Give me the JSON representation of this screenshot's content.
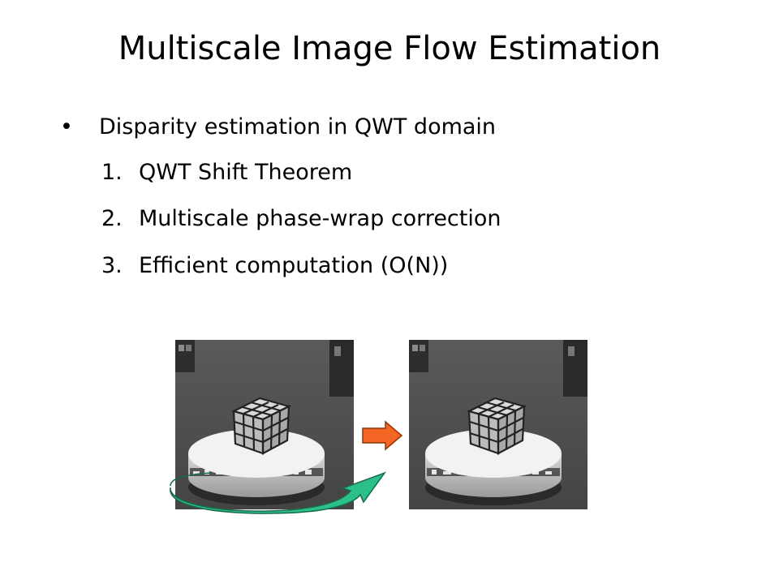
{
  "slide": {
    "title": "Multiscale Image Flow Estimation",
    "bullet": {
      "marker": "•",
      "text": "Disparity estimation in QWT domain"
    },
    "items": [
      {
        "num": "1.",
        "text": "QWT Shift Theorem"
      },
      {
        "num": "2.",
        "text": "Multiscale phase-wrap correction"
      },
      {
        "num": "3.",
        "text": "Efficient computation (O(N))"
      }
    ]
  },
  "colors": {
    "text": "#000000",
    "shift_arrow": "#f26522",
    "rotation_arrow": "#2bbf8a"
  },
  "icons": {
    "shift": "right-arrow-icon",
    "rotation": "rotation-arrow-icon"
  }
}
